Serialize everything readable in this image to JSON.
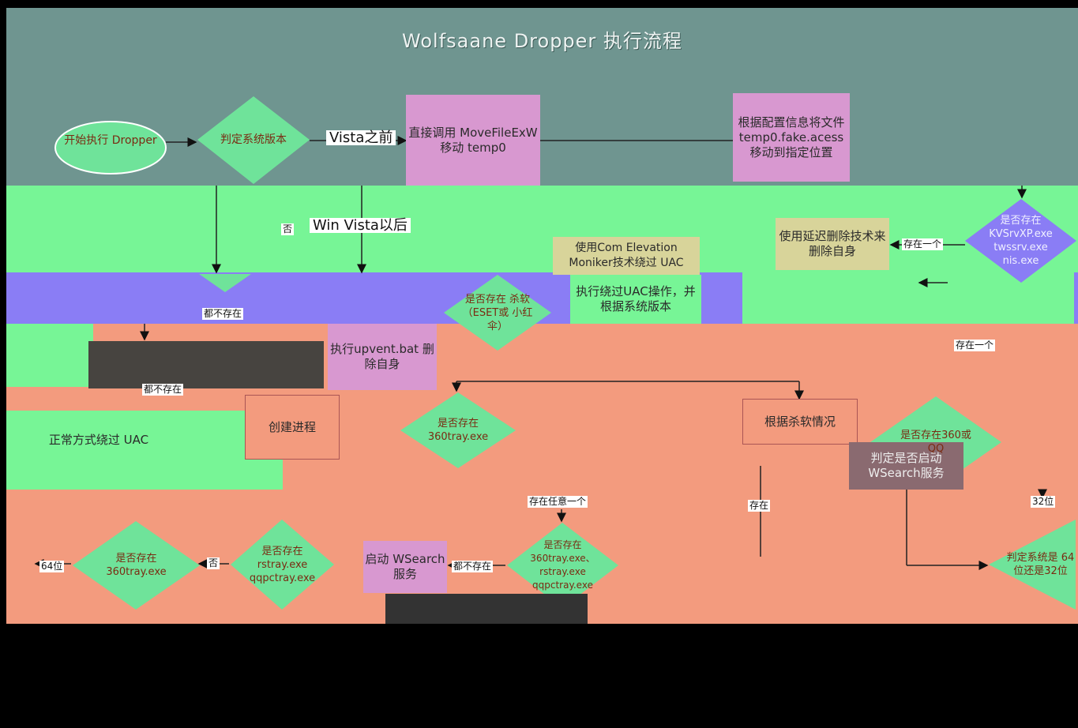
{
  "title": "Wolfsaane Dropper 执行流程",
  "nodes": {
    "start": "开始执行 Dropper",
    "check_os": "判定系统版本",
    "move_file": "直接调用 MoveFileExW移动 temp0",
    "place_file": "根据配置信息将文件 temp0.fake.acess 移动到指定位置",
    "check_kv": "是否存在 KVSrvXP.exe twssrv.exe nis.exe",
    "delay_delete": "使用延迟删除技术来删除自身",
    "com_elevation": "使用Com Elevation Moniker技术绕过 UAC",
    "bypass_uac": "执行绕过UAC操作，并根据系统版本",
    "check_eset": "是否存在 杀软（ESET或 小红伞）",
    "upvent": "执行upvent.bat 删除自身",
    "check_360": "是否存在 360tray.exe",
    "create_proc": "创建进程",
    "normal_uac": "正常方式绕过 UAC",
    "by_av": "根据杀软情况",
    "check_360_qq": "是否存在360或 QQ",
    "check_wsearch": "判定是否启动 WSearch服务",
    "check_rstray": "是否存在 rstray.exe qqpctray.exe",
    "check_360tray2": "是否存在 360tray.exe、rstray.exe qqpctray.exe",
    "start_wsearch": "启动 WSearch服务",
    "check_360sd": "是否存在 360tray.exe",
    "check_bits": "判定系统是 64位还是32位"
  },
  "labels": {
    "before_vista": "Vista之前",
    "after_vista": "Win Vista以后",
    "no": "否",
    "none_exist_1": "都不存在",
    "none_exist_2": "都不存在",
    "none_exist_3": "都不存在",
    "exist_one": "存在一个",
    "exist_one_2": "存在一个",
    "exist_any": "存在任意一个",
    "exist": "存在",
    "bits_32": "32位",
    "bits_64": "64位",
    "no_2": "否"
  }
}
